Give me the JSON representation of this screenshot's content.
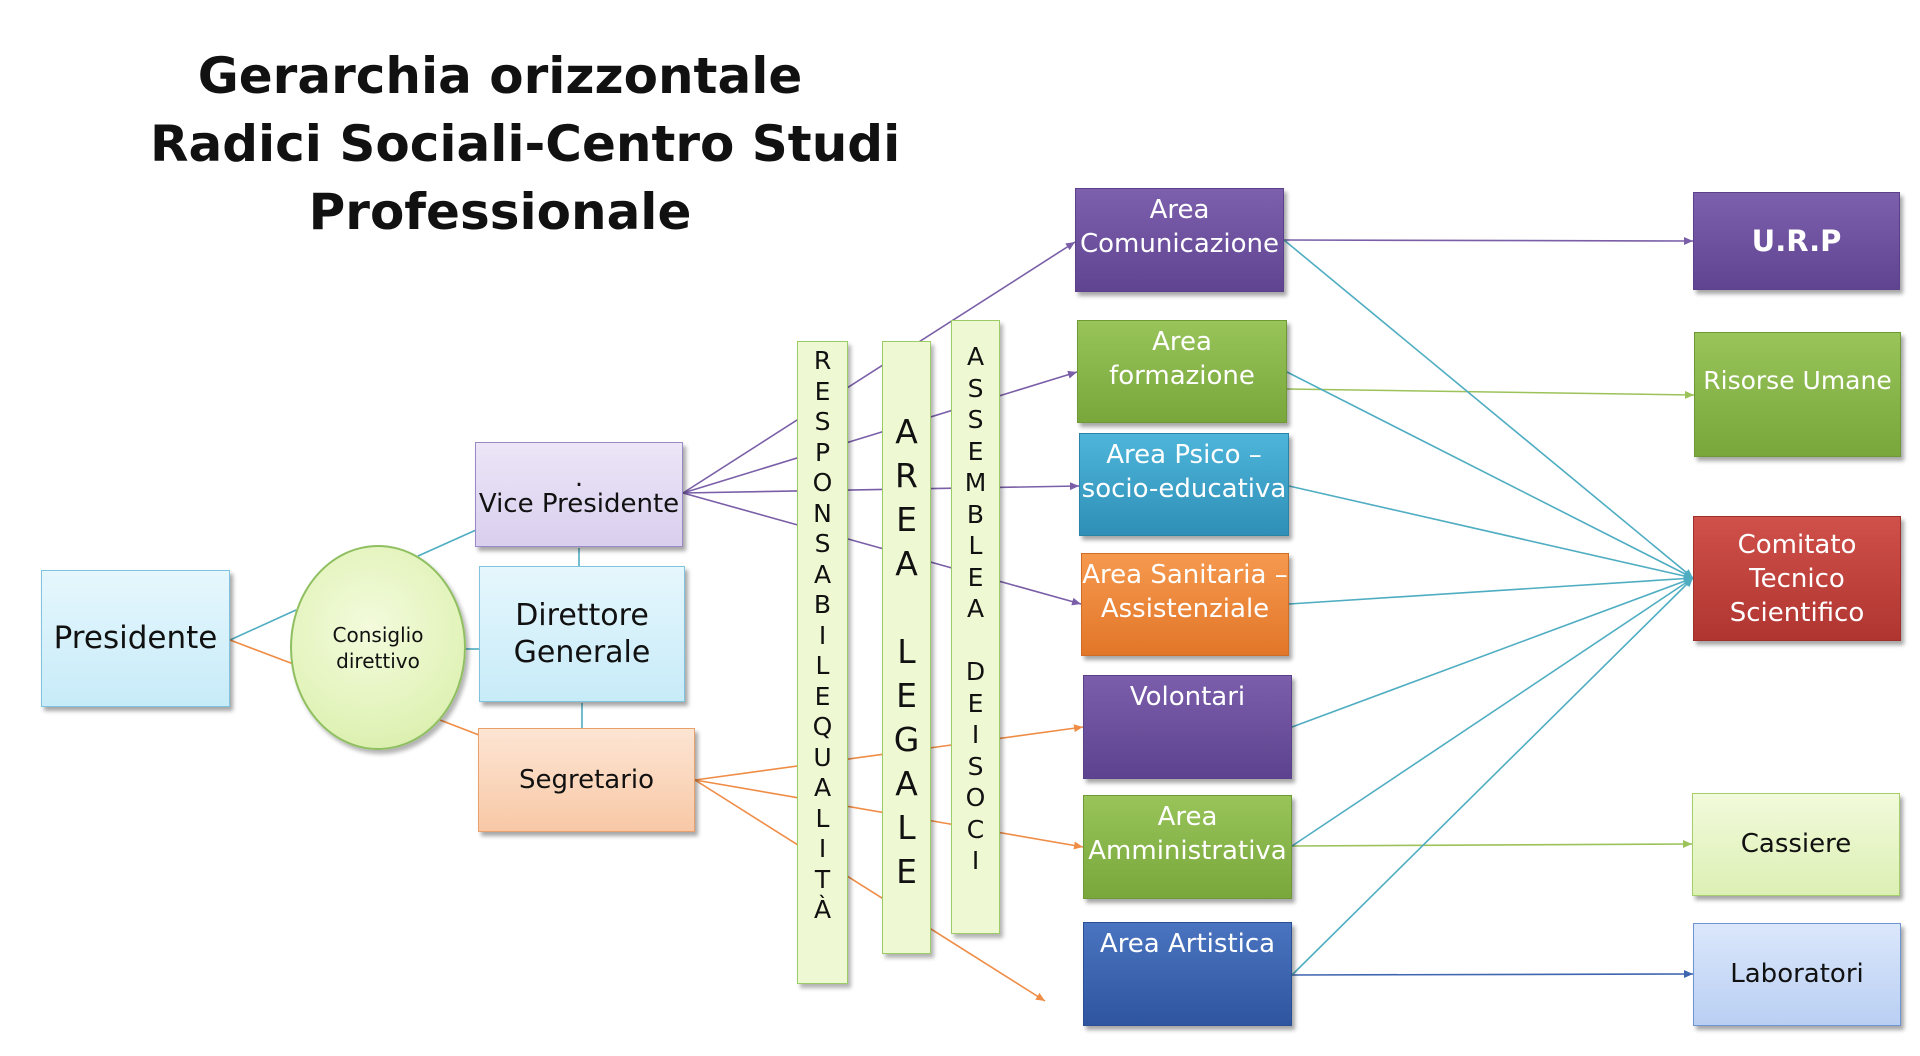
{
  "title": {
    "line1": "Gerarchia orizzontale",
    "line2": "Radici Sociali-Centro Studi",
    "line3": "Professionale"
  },
  "nodes": {
    "presidente": "Presidente",
    "consiglio": "Consiglio direttivo",
    "vice_dot": ".",
    "vice": "Vice Presidente",
    "direttore": "Direttore Generale",
    "segretario": "Segretario",
    "area_comunicazione": "Area Comunicazione",
    "area_formazione": "Area formazione",
    "area_psico": "Area Psico – socio-educativa",
    "area_sanitaria": "Area Sanitaria – Assistenziale",
    "volontari": "Volontari",
    "area_amministrativa": "Area Amministrativa",
    "area_artistica": "Area Artistica",
    "urp": "U.R.P",
    "risorse_umane": "Risorse Umane",
    "comitato": "Comitato Tecnico Scientifico",
    "cassiere": "Cassiere",
    "laboratori": "Laboratori"
  },
  "vertical_labels": {
    "responsabile_qualita": "RESPONSABILEQUALITÀ",
    "area_legale": "AREA LEGALE",
    "assemblea_soci": "ASSEMBLEA DEISOCI"
  },
  "colors": {
    "purple": "#7153a3",
    "green": "#8db84a",
    "blue_psico": "#3fa3c9",
    "orange": "#f0883e",
    "dark_blue": "#3f66b1",
    "red": "#c2413b",
    "light_blue": "#d8f1fb",
    "light_purple": "#e2dcf3",
    "light_orange": "#fbd5b8",
    "light_green": "#eef8d2",
    "edge_teal": "#4fadc2",
    "edge_purple": "#7a5fa8",
    "edge_orange": "#ef8c45",
    "edge_green": "#9cc25a",
    "edge_blue": "#3f66b1"
  }
}
